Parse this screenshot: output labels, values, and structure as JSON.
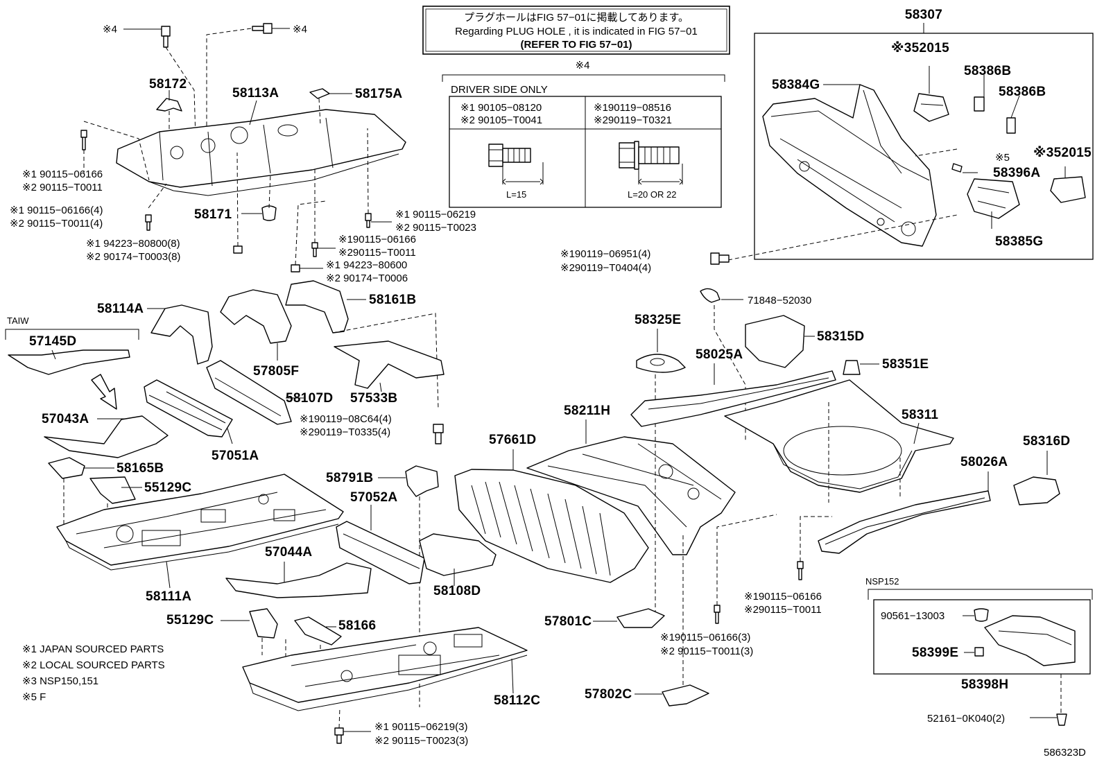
{
  "note": {
    "jp": "プラグホールはFIG 57−01に掲載してあります。",
    "en": "Regarding  PLUG  HOLE , it is indicated in  FIG  57−01",
    "ref": "(REFER TO FIG 57−01)"
  },
  "driver_box": {
    "mark": "※4",
    "title": "DRIVER SIDE ONLY",
    "left_1": "※1 90105−08120",
    "left_2": "※2 90105−T0041",
    "right_1": "※190119−08516",
    "right_2": "※290119−T0321",
    "left_len": "L=15",
    "right_len": "L=20 OR 22"
  },
  "labels": {
    "p58307": "58307",
    "p52015a": "※352015",
    "p58386b1": "58386B",
    "p58386b2": "58386B",
    "p58384g": "58384G",
    "m5": "※5",
    "p58396a": "58396A",
    "p52015b": "※352015",
    "p58385g": "58385G",
    "b0695_1": "※190119−06951(4)",
    "b0695_2": "※290119−T0404(4)",
    "m4a": "※4",
    "m4b": "※4",
    "p58172": "58172",
    "p58113a": "58113A",
    "p58175a": "58175A",
    "b06166a_1": "※1 90115−06166",
    "b06166a_2": "※2 90115−T0011",
    "b06166b_1": "※1 90115−06166(4)",
    "b06166b_2": "※2 90115−T0011(4)",
    "p58171": "58171",
    "b06219_1": "※1 90115−06219",
    "b06219_2": "※2 90115−T0023",
    "n94223a_1": "※1 94223−80800(8)",
    "n94223a_2": "※2 90174−T0003(8)",
    "b06166c_1": "※190115−06166",
    "b06166c_2": "※290115−T0011",
    "n94223b_1": "※1 94223−80600",
    "n94223b_2": "※2 90174−T0006",
    "p58114a": "58114A",
    "p58161b": "58161B",
    "taiw": "TAIW",
    "p57145d": "57145D",
    "p57805f": "57805F",
    "p58107d": "58107D",
    "p57533b": "57533B",
    "p57043a": "57043A",
    "b08c64_1": "※190119−08C64(4)",
    "b08c64_2": "※290119−T0335(4)",
    "p57051a": "57051A",
    "p58165b": "58165B",
    "p55129c1": "55129C",
    "p71848": "71848−52030",
    "p58325e": "58325E",
    "p58315d": "58315D",
    "p58025a": "58025A",
    "p58351e": "58351E",
    "p58311": "58311",
    "p58211h": "58211H",
    "p57661d": "57661D",
    "p58316d": "58316D",
    "p58026a": "58026A",
    "p58791b": "58791B",
    "p57052a": "57052A",
    "p57044a": "57044A",
    "p58108d": "58108D",
    "p58111a": "58111A",
    "b06166d_1": "※190115−06166",
    "b06166d_2": "※290115−T0011",
    "nsp152": "NSP152",
    "p90561": "90561−13003",
    "p58399e": "58399E",
    "p58398h": "58398H",
    "p55129c2": "55129C",
    "p58166": "58166",
    "p57801c": "57801C",
    "b06166e_1": "※190115−06166(3)",
    "b06166e_2": "※2 90115−T0011(3)",
    "p58112c": "58112C",
    "p57802c": "57802C",
    "p52161": "52161−0K040(2)",
    "b06219b_1": "※1  90115−06219(3)",
    "b06219b_2": "※2  90115−T0023(3)",
    "fig_no": "586323D"
  },
  "legend": [
    "※1 JAPAN SOURCED PARTS",
    "※2 LOCAL SOURCED PARTS",
    "※3 NSP150,151",
    "※5 F"
  ]
}
